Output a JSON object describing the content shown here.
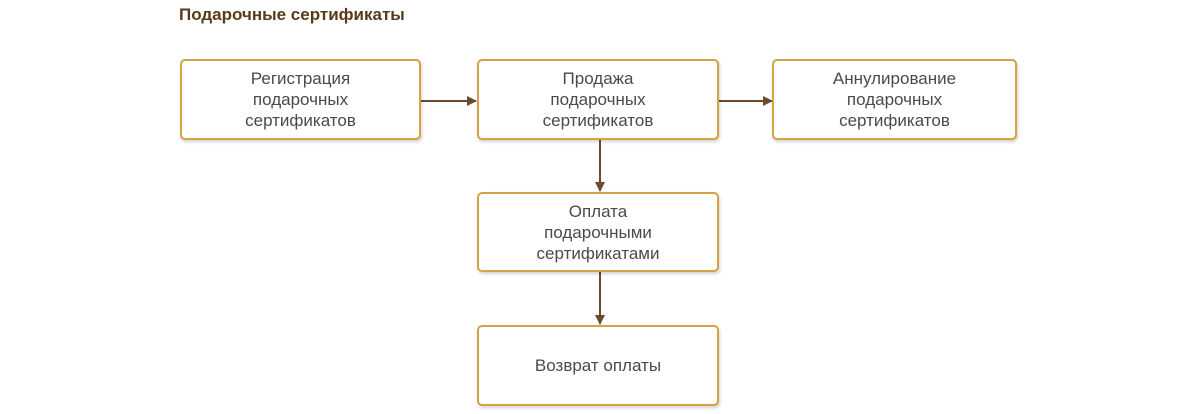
{
  "title": "Подарочные сертификаты",
  "nodes": [
    {
      "label": "Регистрация\nподарочных\nсертификатов"
    },
    {
      "label": "Продажа\nподарочных\nсертификатов"
    },
    {
      "label": "Аннулирование\nподарочных\nсертификатов"
    },
    {
      "label": "Оплата\nподарочными\nсертификатами"
    },
    {
      "label": "Возврат оплаты"
    }
  ],
  "colors": {
    "border": "#d4a443",
    "arrow": "#6b4a2e",
    "title": "#5b3a1c"
  }
}
